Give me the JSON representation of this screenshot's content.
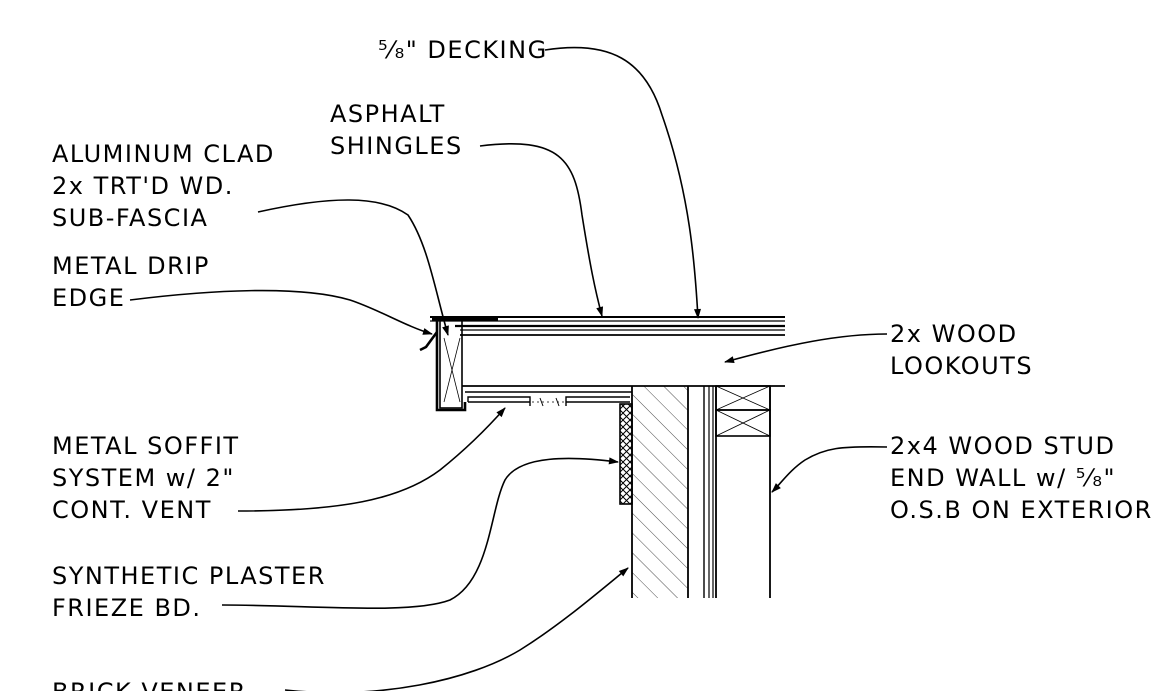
{
  "labels": {
    "decking": "⁵⁄₈\" DECKING",
    "asphalt_line1": "ASPHALT",
    "asphalt_line2": "SHINGLES",
    "clad_line1": "ALUMINUM CLAD",
    "clad_line2": "2x TRT'D WD.",
    "clad_line3": "SUB-FASCIA",
    "drip_line1": "METAL DRIP",
    "drip_line2": "EDGE",
    "lookouts_line1": "2x WOOD",
    "lookouts_line2": "LOOKOUTS",
    "soffit_line1": "METAL SOFFIT",
    "soffit_line2": "SYSTEM w/ 2\"",
    "soffit_line3": "CONT. VENT",
    "stud_line1": "2x4 WOOD STUD",
    "stud_line2": "END WALL w/ ⁵⁄₈\"",
    "stud_line3": "O.S.B ON EXTERIOR",
    "frieze_line1": "SYNTHETIC PLASTER",
    "frieze_line2": "FRIEZE BD.",
    "brick_line1": "BRICK VENEER"
  },
  "colors": {
    "ink": "#000000",
    "paper": "#ffffff"
  }
}
